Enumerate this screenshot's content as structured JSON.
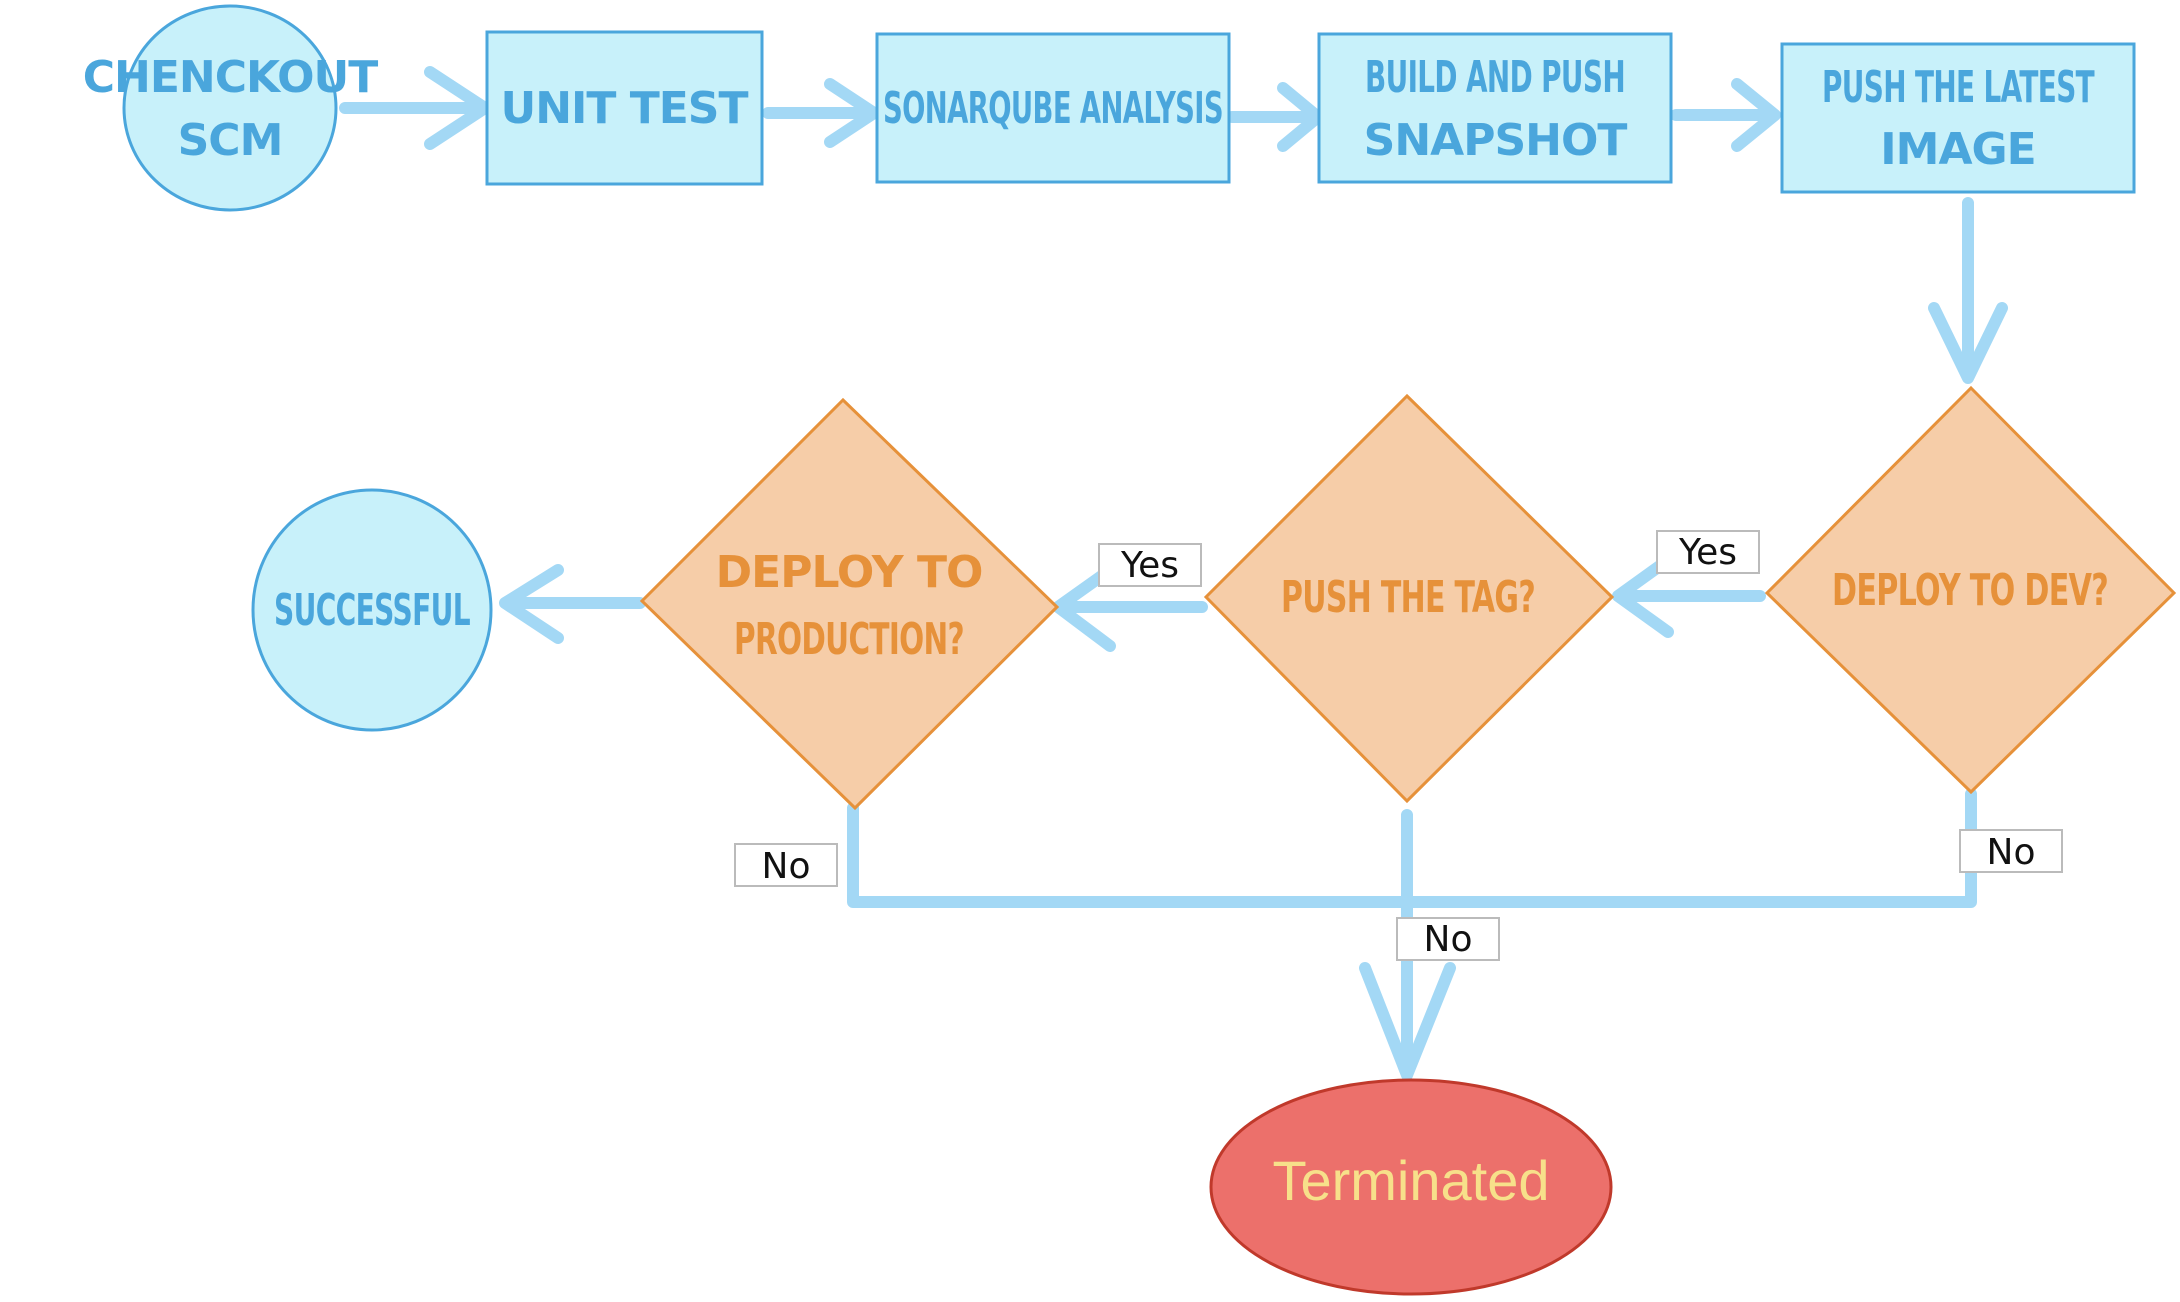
{
  "colors": {
    "process_fill": "#c8f1fa",
    "process_stroke": "#4aa6dc",
    "decision_fill": "#f6cda8",
    "decision_stroke": "#e6913a",
    "connector": "#a3d8f5",
    "terminal_fill": "#ec706b",
    "terminal_stroke": "#c0392b",
    "terminal_text": "#f7e08a"
  },
  "nodes": {
    "checkout": {
      "line1": "CHENCKOUT",
      "line2": "SCM"
    },
    "unit_test": {
      "line1": "UNIT TEST"
    },
    "sonarqube": {
      "line1": "SONARQUBE ANALYSIS"
    },
    "build_push": {
      "line1": "BUILD AND PUSH",
      "line2": "SNAPSHOT"
    },
    "push_latest": {
      "line1": "PUSH THE LATEST",
      "line2": "IMAGE"
    },
    "deploy_dev": {
      "line1": "DEPLOY TO DEV?"
    },
    "push_tag": {
      "line1": "PUSH THE TAG?"
    },
    "deploy_prod": {
      "line1": "DEPLOY TO",
      "line2": "PRODUCTION?"
    },
    "successful": {
      "line1": "SUCCESSFUL"
    },
    "terminated": {
      "line1": "Terminated"
    }
  },
  "edge_labels": {
    "dev_yes": "Yes",
    "tag_yes": "Yes",
    "dev_no": "No",
    "tag_no": "No",
    "prod_no": "No"
  }
}
